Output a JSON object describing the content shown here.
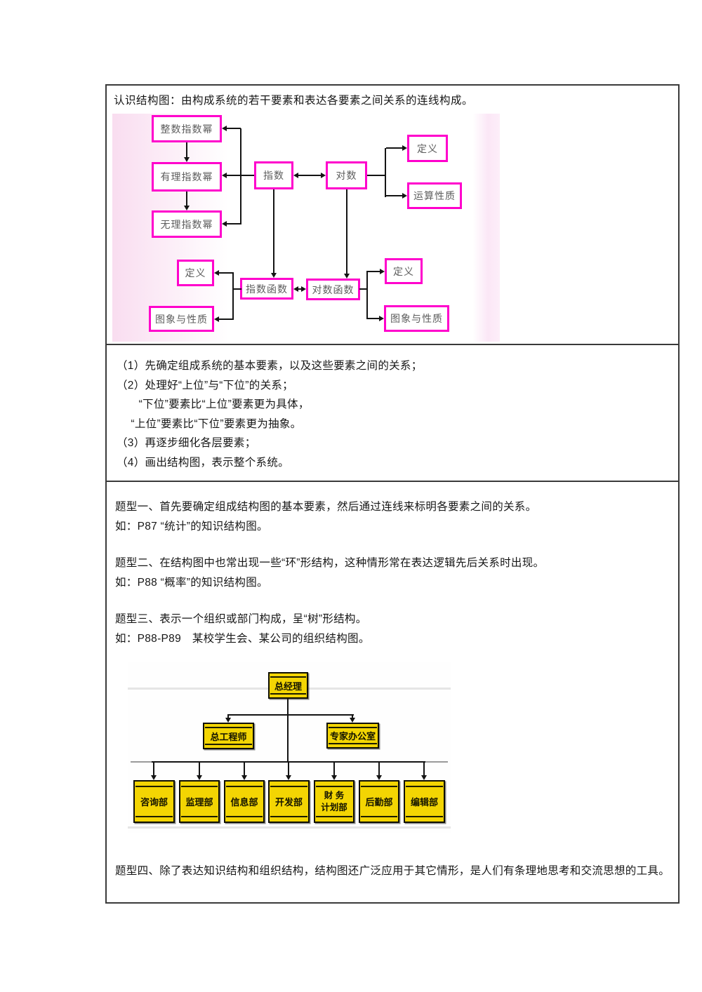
{
  "colors": {
    "magenta_border": "#ff00cc",
    "yellow_box": "#f3d503",
    "connector": "#141414",
    "table_border": "#3a3a3a"
  },
  "row1": {
    "title": "认识结构图：由构成系统的若干要素和表达各要素之间关系的连线构成。",
    "diagram_nodes": {
      "integer_power": "整数指数幂",
      "rational_power": "有理指数幂",
      "irrational_power": "无理指数幂",
      "exponent": "指数",
      "logarithm": "对数",
      "log_definition": "定义",
      "log_operations": "运算性质",
      "expfn_definition": "定义",
      "expfn_graph": "图象与性质",
      "exp_function": "指数函数",
      "log_function": "对数函数",
      "logfn_definition": "定义",
      "logfn_graph": "图象与性质"
    }
  },
  "row2": {
    "lines": [
      "（1）先确定组成系统的基本要素，以及这些要素之间的关系；",
      "（2）处理好“上位”与“下位”的关系；",
      "　　“下位”要素比“上位”要素更为具体，",
      "　 “上位”要素比“下位”要素更为抽象。",
      "（3）再逐步细化各层要素；",
      "（4）画出结构图，表示整个系统。"
    ]
  },
  "row3": {
    "p1": "题型一、首先要确定组成结构图的基本要素，然后通过连线来标明各要素之间的关系。",
    "p1_example": "如：P87 “统计”的知识结构图。",
    "p2": "题型二、在结构图中也常出现一些“环”形结构，这种情形常在表达逻辑先后关系时出现。",
    "p2_example": "如：P88 “概率”的知识结构图。",
    "p3": "题型三、表示一个组织或部门构成，呈“树”形结构。",
    "p3_example": "如：P88-P89　某校学生会、某公司的组织结构图。",
    "p4": "题型四、除了表达知识结构和组织结构，结构图还广泛应用于其它情形，是人们有条理地思考和交流思想的工具。",
    "org_nodes": {
      "general_manager": "总经理",
      "chief_engineer": "总工程师",
      "expert_office": "专家办公室",
      "consulting": "咨询部",
      "supervision": "监理部",
      "information": "信息部",
      "development": "开发部",
      "finance_planning": "财 务\n计划部",
      "logistics": "后勤部",
      "editorial": "编辑部"
    }
  }
}
